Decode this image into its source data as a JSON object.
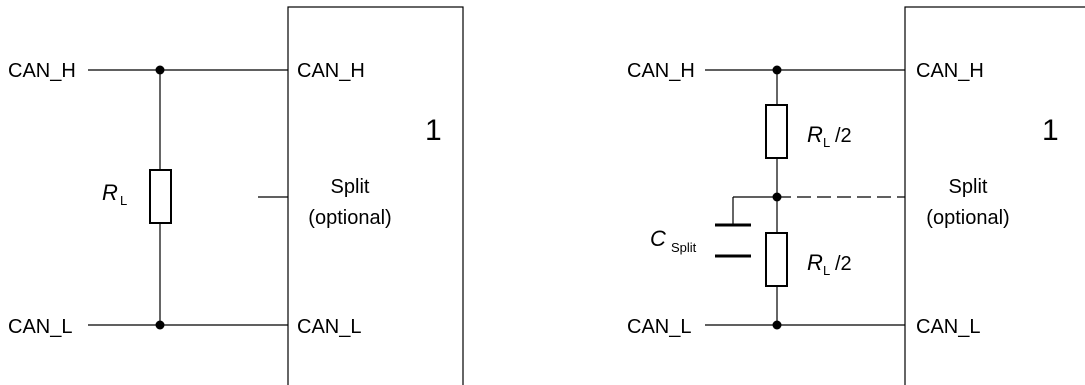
{
  "left": {
    "can_h": "CAN_H",
    "can_l": "CAN_L",
    "ecu_can_h": "CAN_H",
    "ecu_can_l": "CAN_L",
    "ecu_number": "1",
    "split": "Split",
    "optional": "(optional)",
    "resistor_symbol": "R",
    "resistor_sub": "L"
  },
  "right": {
    "can_h": "CAN_H",
    "can_l": "CAN_L",
    "ecu_can_h": "CAN_H",
    "ecu_can_l": "CAN_L",
    "ecu_number": "1",
    "split": "Split",
    "optional": "(optional)",
    "r_top_symbol": "R",
    "r_top_sub": "L",
    "r_top_suffix": "/2",
    "r_bot_symbol": "R",
    "r_bot_sub": "L",
    "r_bot_suffix": "/2",
    "cap_symbol": "C",
    "cap_sub": "Split"
  }
}
